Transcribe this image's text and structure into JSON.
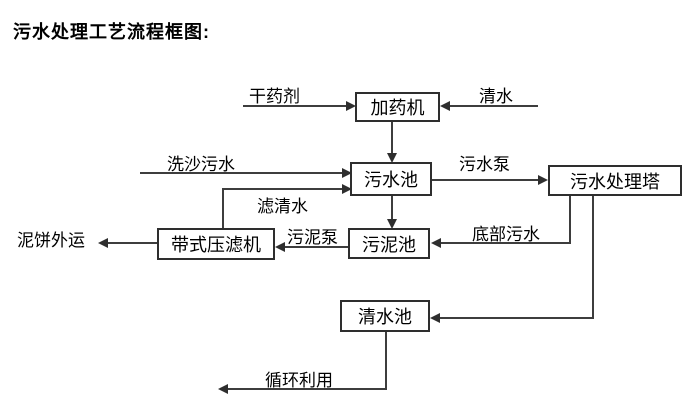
{
  "page": {
    "title": "污水处理工艺流程框图:"
  },
  "diagram": {
    "nodes": {
      "dosing_machine": "加药机",
      "wastewater_pool": "污水池",
      "treatment_tower": "污水处理塔",
      "belt_filter_press": "带式压滤机",
      "sludge_pool": "污泥池",
      "clean_water_pool": "清水池"
    },
    "flow_labels": {
      "dry_agent": "干药剂",
      "clean_water": "清水",
      "sand_washing_wastewater": "洗沙污水",
      "filtered_water": "滤清水",
      "wastewater_pump": "污水泵",
      "sludge_pump": "污泥泵",
      "bottom_wastewater": "底部污水",
      "mud_cake_out": "泥饼外运",
      "recycle": "循环利用"
    },
    "colors": {
      "line": "#3d3d3d",
      "box_border": "#2e2e2e",
      "background": "#ffffff",
      "text": "#000000"
    }
  }
}
